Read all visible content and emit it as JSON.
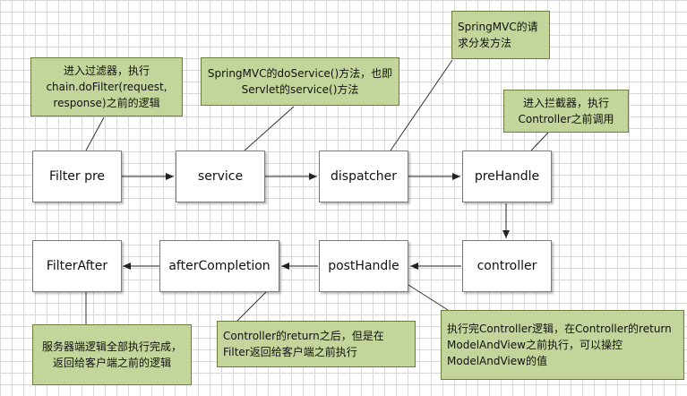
{
  "nodes": {
    "filter_pre": "Filter pre",
    "service": "service",
    "dispatcher": "dispatcher",
    "prehandle": "preHandle",
    "controller": "controller",
    "posthandle": "postHandle",
    "aftercompletion": "afterCompletion",
    "filterafter": "FilterAfter"
  },
  "notes": {
    "filter_pre_note": "进入过滤器，执行chain.doFilter(request, response)之前的逻辑",
    "service_note": "SpringMVC的doService()方法，也即Servlet的service()方法",
    "dispatcher_note": "SpringMVC的请求分发方法",
    "prehandle_note": "进入拦截器，执行Controller之前调用",
    "posthandle_note": "执行完Controller逻辑，在Controller的return ModelAndView之前执行，可以操控ModelAndView的值",
    "aftercompletion_note": "Controller的return之后，但是在Filter返回给客户端之前执行",
    "filterafter_note": "服务器端逻辑全部执行完成，返回给客户端之前的逻辑"
  },
  "colors": {
    "note_fill": "#c3d59b",
    "note_border": "#6b7d3a",
    "arrow": "#222222"
  }
}
